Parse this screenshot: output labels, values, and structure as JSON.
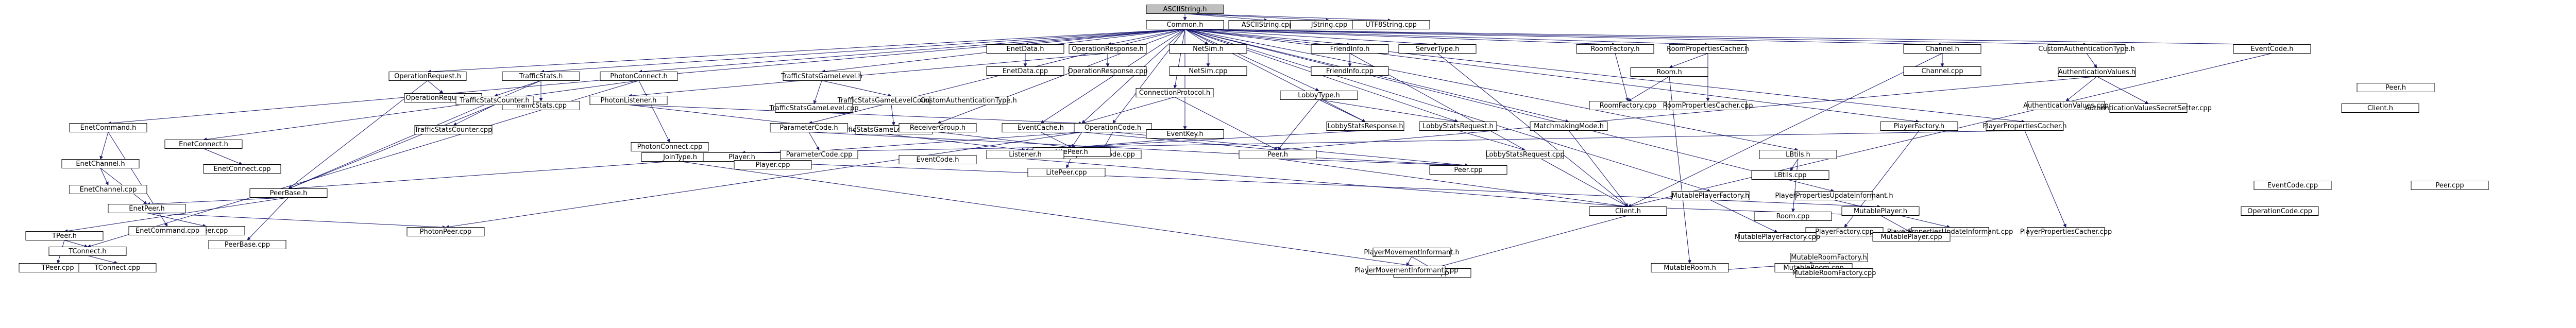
{
  "root": "ASCIIString.h",
  "nodes": [
    {
      "id": "ASCIIString.h",
      "fill": "#bfbfbf"
    },
    {
      "id": "Common.h"
    },
    {
      "id": "ASCIIString.cpp"
    },
    {
      "id": "JString.cpp"
    },
    {
      "id": "UTF8String.cpp"
    },
    {
      "id": "EnetData.h"
    },
    {
      "id": "EnetData.cpp"
    },
    {
      "id": "OperationResponse.h"
    },
    {
      "id": "OperationResponse.cpp"
    },
    {
      "id": "NetSim.h"
    },
    {
      "id": "NetSim.cpp"
    },
    {
      "id": "FriendInfo.h"
    },
    {
      "id": "FriendInfo.cpp"
    },
    {
      "id": "ServerType.h"
    },
    {
      "id": "RoomFactory.h"
    },
    {
      "id": "RoomPropertiesCacher.h"
    },
    {
      "id": "Room.h"
    },
    {
      "id": "RoomFactory.cpp"
    },
    {
      "id": "RoomPropertiesCacher.cpp"
    },
    {
      "id": "Channel.h"
    },
    {
      "id": "Channel.cpp"
    },
    {
      "id": "CustomAuthenticationType.h"
    },
    {
      "id": "AuthenticationValues.h"
    },
    {
      "id": "AuthenticationValues.cpp"
    },
    {
      "id": "AuthenticationValuesSecretSetter.cpp"
    },
    {
      "id": "EventCode.h"
    },
    {
      "id": "OperationRequest.h"
    },
    {
      "id": "OperationRequest.cpp"
    },
    {
      "id": "TrafficStats.h"
    },
    {
      "id": "TrafficStats.cpp"
    },
    {
      "id": "TrafficStatsCounter.h"
    },
    {
      "id": "TrafficStatsCounter.cpp"
    },
    {
      "id": "PhotonConnect.h"
    },
    {
      "id": "PhotonConnect.cpp"
    },
    {
      "id": "PhotonListener.h"
    },
    {
      "id": "TrafficStatsGameLevel.h"
    },
    {
      "id": "TrafficStatsGameLevel.cpp"
    },
    {
      "id": "TrafficStatsGameLevelCounter.h"
    },
    {
      "id": "TrafficStatsGameLevelCounter.cpp"
    },
    {
      "id": "CustomAuthenticationType.h"
    },
    {
      "id": "ConnectionProtocol.h"
    },
    {
      "id": "LobbyType.h"
    },
    {
      "id": "EnetCommand.h"
    },
    {
      "id": "EnetChannel.h"
    },
    {
      "id": "EnetChannel.cpp"
    },
    {
      "id": "EnetPeer.h"
    },
    {
      "id": "EnetPeer.cpp"
    },
    {
      "id": "EnetCommand.cpp"
    },
    {
      "id": "EnetConnect.h"
    },
    {
      "id": "EnetConnect.cpp"
    },
    {
      "id": "PhotonPeer.h"
    },
    {
      "id": "PhotonPeer.cpp"
    },
    {
      "id": "PeerBase.h"
    },
    {
      "id": "PeerBase.cpp"
    },
    {
      "id": "TPeer.h"
    },
    {
      "id": "TConnect.h"
    },
    {
      "id": "TPeer.cpp"
    },
    {
      "id": "TConnect.cpp"
    },
    {
      "id": "ParameterCode.h"
    },
    {
      "id": "ParameterCode.cpp"
    },
    {
      "id": "ReceiverGroup.h"
    },
    {
      "id": "EventCache.h"
    },
    {
      "id": "OperationCode.h"
    },
    {
      "id": "OperationCode.cpp"
    },
    {
      "id": "EventKey.h"
    },
    {
      "id": "LitePeer.h"
    },
    {
      "id": "LitePeer.cpp"
    },
    {
      "id": "LobbyStatsResponse.h"
    },
    {
      "id": "LobbyStatsRequest.h"
    },
    {
      "id": "LobbyStatsRequest.cpp"
    },
    {
      "id": "Listener.h"
    },
    {
      "id": "Peer.h"
    },
    {
      "id": "Peer.cpp"
    },
    {
      "id": "JoinType.h"
    },
    {
      "id": "Player.h"
    },
    {
      "id": "Player.cpp"
    },
    {
      "id": "EventCode.h"
    },
    {
      "id": "MatchmakingMode.h"
    },
    {
      "id": "Client.h"
    },
    {
      "id": "Client.cpp"
    },
    {
      "id": "LBtils.h"
    },
    {
      "id": "LBtils.cpp"
    },
    {
      "id": "PlayerFactory.h"
    },
    {
      "id": "PlayerFactory.cpp"
    },
    {
      "id": "PlayerPropertiesCacher.h"
    },
    {
      "id": "PlayerPropertiesCacher.cpp"
    },
    {
      "id": "PlayerPropertiesUpdateInformant.h"
    },
    {
      "id": "PlayerPropertiesUpdateInformant.cpp"
    },
    {
      "id": "MutablePlayer.h"
    },
    {
      "id": "MutablePlayer.cpp"
    },
    {
      "id": "MutablePlayerFactory.h"
    },
    {
      "id": "MutablePlayerFactory.cpp"
    },
    {
      "id": "MutableRoom.h"
    },
    {
      "id": "MutableRoom.cpp"
    },
    {
      "id": "MutableRoomFactory.h"
    },
    {
      "id": "MutableRoomFactory.cpp"
    },
    {
      "id": "PlayerMovementInformant.h"
    },
    {
      "id": "PlayerMovementInformant.cpp"
    },
    {
      "id": "Room.cpp"
    },
    {
      "id": "EventCode.cpp"
    },
    {
      "id": "OperationCode.cpp"
    },
    {
      "id": "Peer.h"
    },
    {
      "id": "Client.h"
    },
    {
      "id": "Peer.cpp"
    }
  ],
  "edges": [
    [
      "ASCIIString.h",
      "Common.h"
    ],
    [
      "ASCIIString.h",
      "ASCIIString.cpp"
    ],
    [
      "ASCIIString.h",
      "JString.cpp"
    ],
    [
      "ASCIIString.h",
      "UTF8String.cpp"
    ],
    [
      "Common.h",
      "EnetData.h"
    ],
    [
      "Common.h",
      "OperationResponse.h"
    ],
    [
      "Common.h",
      "NetSim.h"
    ],
    [
      "Common.h",
      "FriendInfo.h"
    ],
    [
      "Common.h",
      "ServerType.h"
    ],
    [
      "Common.h",
      "RoomFactory.h"
    ],
    [
      "Common.h",
      "RoomPropertiesCacher.h"
    ],
    [
      "Common.h",
      "Channel.h"
    ],
    [
      "Common.h",
      "CustomAuthenticationType.h"
    ],
    [
      "Common.h",
      "EventCode.h"
    ],
    [
      "Common.h",
      "OperationRequest.h"
    ],
    [
      "Common.h",
      "TrafficStats.h"
    ],
    [
      "Common.h",
      "PhotonConnect.h"
    ],
    [
      "Common.h",
      "TrafficStatsGameLevel.h"
    ],
    [
      "Common.h",
      "ConnectionProtocol.h"
    ],
    [
      "Common.h",
      "LobbyType.h"
    ],
    [
      "Common.h",
      "EnetCommand.h"
    ],
    [
      "Common.h",
      "PhotonPeer.h"
    ],
    [
      "Common.h",
      "ParameterCode.h"
    ],
    [
      "Common.h",
      "ReceiverGroup.h"
    ],
    [
      "Common.h",
      "EventCache.h"
    ],
    [
      "Common.h",
      "OperationCode.h"
    ],
    [
      "Common.h",
      "EventKey.h"
    ],
    [
      "Common.h",
      "LobbyStatsResponse.h"
    ],
    [
      "Common.h",
      "LobbyStatsRequest.h"
    ],
    [
      "Common.h",
      "MatchmakingMode.h"
    ],
    [
      "Common.h",
      "LBtils.h"
    ],
    [
      "Common.h",
      "PlayerFactory.h"
    ],
    [
      "Common.h",
      "PlayerPropertiesCacher.h"
    ],
    [
      "Common.h",
      "MutablePlayerFactory.h"
    ],
    [
      "Common.h",
      "PlayerPropertiesUpdateInformant.h"
    ],
    [
      "EnetData.h",
      "EnetData.cpp"
    ],
    [
      "OperationResponse.h",
      "OperationResponse.cpp"
    ],
    [
      "OperationResponse.h",
      "PhotonListener.h"
    ],
    [
      "NetSim.h",
      "NetSim.cpp"
    ],
    [
      "FriendInfo.h",
      "FriendInfo.cpp"
    ],
    [
      "FriendInfo.h",
      "Client.h"
    ],
    [
      "ServerType.h",
      "Client.h"
    ],
    [
      "RoomFactory.h",
      "RoomFactory.cpp"
    ],
    [
      "RoomPropertiesCacher.h",
      "Room.h"
    ],
    [
      "RoomPropertiesCacher.h",
      "RoomPropertiesCacher.cpp"
    ],
    [
      "Room.h",
      "RoomFactory.cpp"
    ],
    [
      "Room.h",
      "MutableRoom.h"
    ],
    [
      "Channel.h",
      "Channel.cpp"
    ],
    [
      "Channel.h",
      "Client.h"
    ],
    [
      "CustomAuthenticationType.h",
      "AuthenticationValues.h"
    ],
    [
      "AuthenticationValues.h",
      "AuthenticationValues.cpp"
    ],
    [
      "AuthenticationValues.h",
      "AuthenticationValuesSecretSetter.cpp"
    ],
    [
      "AuthenticationValues.h",
      "Peer.h"
    ],
    [
      "EventCode.h",
      "Client.h"
    ],
    [
      "OperationRequest.h",
      "OperationRequest.cpp"
    ],
    [
      "OperationRequest.h",
      "PeerBase.h"
    ],
    [
      "TrafficStats.h",
      "TrafficStats.cpp"
    ],
    [
      "TrafficStats.h",
      "TrafficStatsCounter.h"
    ],
    [
      "TrafficStats.h",
      "PeerBase.h"
    ],
    [
      "TrafficStatsCounter.h",
      "TrafficStatsCounter.cpp"
    ],
    [
      "TrafficStatsCounter.h",
      "PeerBase.h"
    ],
    [
      "PhotonConnect.h",
      "PhotonConnect.cpp"
    ],
    [
      "PhotonConnect.h",
      "EnetConnect.h"
    ],
    [
      "PhotonConnect.h",
      "TConnect.h"
    ],
    [
      "PhotonListener.h",
      "PhotonPeer.h"
    ],
    [
      "PhotonListener.h",
      "Listener.h"
    ],
    [
      "TrafficStatsGameLevel.h",
      "TrafficStatsGameLevel.cpp"
    ],
    [
      "TrafficStatsGameLevel.h",
      "TrafficStatsGameLevelCounter.h"
    ],
    [
      "TrafficStatsGameLevelCounter.h",
      "TrafficStatsGameLevelCounter.cpp"
    ],
    [
      "ConnectionProtocol.h",
      "PhotonPeer.h"
    ],
    [
      "ConnectionProtocol.h",
      "Peer.h"
    ],
    [
      "LobbyType.h",
      "LobbyStatsResponse.h"
    ],
    [
      "LobbyType.h",
      "LobbyStatsRequest.h"
    ],
    [
      "LobbyType.h",
      "Peer.h"
    ],
    [
      "EnetCommand.h",
      "EnetChannel.h"
    ],
    [
      "EnetCommand.h",
      "EnetCommand.cpp"
    ],
    [
      "EnetChannel.h",
      "EnetChannel.cpp"
    ],
    [
      "EnetChannel.h",
      "EnetPeer.h"
    ],
    [
      "EnetPeer.h",
      "EnetPeer.cpp"
    ],
    [
      "EnetPeer.h",
      "PhotonPeer.cpp"
    ],
    [
      "EnetConnect.h",
      "EnetConnect.cpp"
    ],
    [
      "PhotonPeer.h",
      "PhotonPeer.cpp"
    ],
    [
      "PhotonPeer.h",
      "PeerBase.h"
    ],
    [
      "PhotonPeer.h",
      "LitePeer.h"
    ],
    [
      "PhotonPeer.h",
      "Peer.h"
    ],
    [
      "PeerBase.h",
      "PeerBase.cpp"
    ],
    [
      "PeerBase.h",
      "TPeer.h"
    ],
    [
      "PeerBase.h",
      "EnetPeer.h"
    ],
    [
      "TPeer.h",
      "TPeer.cpp"
    ],
    [
      "TPeer.h",
      "TConnect.h"
    ],
    [
      "TConnect.h",
      "TConnect.cpp"
    ],
    [
      "ParameterCode.h",
      "ParameterCode.cpp"
    ],
    [
      "ParameterCode.h",
      "Peer.cpp"
    ],
    [
      "ReceiverGroup.h",
      "LitePeer.h"
    ],
    [
      "EventCache.h",
      "LitePeer.h"
    ],
    [
      "OperationCode.h",
      "OperationCode.cpp"
    ],
    [
      "OperationCode.h",
      "Peer.cpp"
    ],
    [
      "EventKey.h",
      "LitePeer.h"
    ],
    [
      "LitePeer.h",
      "LitePeer.cpp"
    ],
    [
      "LobbyStatsResponse.h",
      "Listener.h"
    ],
    [
      "LobbyStatsRequest.h",
      "LobbyStatsRequest.cpp"
    ],
    [
      "Listener.h",
      "Client.h"
    ],
    [
      "Peer.h",
      "Peer.cpp"
    ],
    [
      "Peer.h",
      "Client.h"
    ],
    [
      "JoinType.h",
      "Client.cpp"
    ],
    [
      "Player.h",
      "Player.cpp"
    ],
    [
      "Player.h",
      "MutablePlayer.h"
    ],
    [
      "MatchmakingMode.h",
      "Client.h"
    ],
    [
      "Client.h",
      "Client.cpp"
    ],
    [
      "LBtils.h",
      "LBtils.cpp"
    ],
    [
      "LBtils.h",
      "Room.cpp"
    ],
    [
      "PlayerFactory.h",
      "PlayerFactory.cpp"
    ],
    [
      "PlayerPropertiesCacher.h",
      "Player.h"
    ],
    [
      "PlayerPropertiesCacher.h",
      "PlayerPropertiesCacher.cpp"
    ],
    [
      "PlayerPropertiesUpdateInformant.h",
      "PlayerPropertiesUpdateInformant.cpp"
    ],
    [
      "MutablePlayer.h",
      "MutablePlayer.cpp"
    ],
    [
      "MutablePlayer.h",
      "Client.h"
    ],
    [
      "MutablePlayerFactory.h",
      "MutablePlayerFactory.cpp"
    ],
    [
      "MutableRoom.h",
      "MutableRoom.cpp"
    ],
    [
      "MutableRoomFactory.h",
      "MutableRoomFactory.cpp"
    ],
    [
      "PlayerMovementInformant.h",
      "PlayerMovementInformant.cpp"
    ],
    [
      "PlayerMovementInformant.h",
      "Client.cpp"
    ]
  ]
}
